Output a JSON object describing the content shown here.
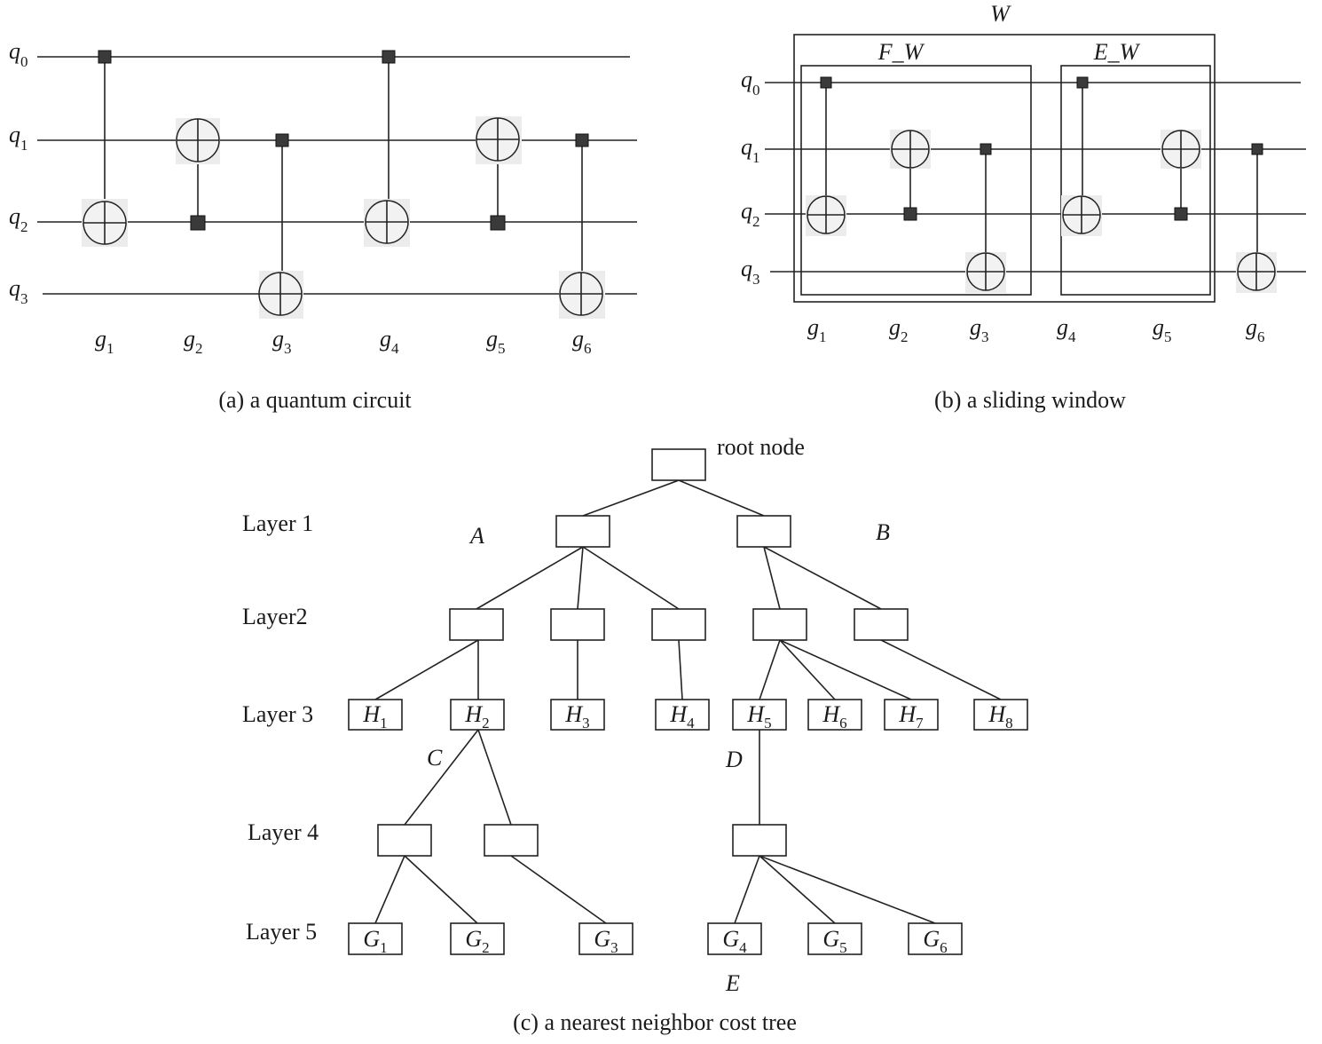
{
  "panel_a": {
    "caption": "(a) a quantum circuit",
    "qubits": [
      {
        "id": "q0",
        "base": "q",
        "sub": "0"
      },
      {
        "id": "q1",
        "base": "q",
        "sub": "1"
      },
      {
        "id": "q2",
        "base": "q",
        "sub": "2"
      },
      {
        "id": "q3",
        "base": "q",
        "sub": "3"
      }
    ],
    "gates": [
      {
        "base": "g",
        "sub": "1",
        "control": "q0",
        "target": "q2"
      },
      {
        "base": "g",
        "sub": "2",
        "control": "q2",
        "target": "q1"
      },
      {
        "base": "g",
        "sub": "3",
        "control": "q1",
        "target": "q3"
      },
      {
        "base": "g",
        "sub": "4",
        "control": "q0",
        "target": "q2"
      },
      {
        "base": "g",
        "sub": "5",
        "control": "q2",
        "target": "q1"
      },
      {
        "base": "g",
        "sub": "6",
        "control": "q1",
        "target": "q3"
      }
    ]
  },
  "panel_b": {
    "caption": "(b) a sliding window",
    "window_label": "W",
    "front_window_label": "F_W",
    "extended_window_label": "E_W"
  },
  "panel_c": {
    "caption": "(c) a nearest neighbor cost tree",
    "root_label": "root node",
    "layer_labels": [
      "Layer 1",
      "Layer2",
      "Layer 3",
      "Layer 4",
      "Layer 5"
    ],
    "branch_labels": [
      "A",
      "B",
      "C",
      "D",
      "E"
    ],
    "layer3_nodes": [
      {
        "base": "H",
        "sub": "1"
      },
      {
        "base": "H",
        "sub": "2"
      },
      {
        "base": "H",
        "sub": "3"
      },
      {
        "base": "H",
        "sub": "4"
      },
      {
        "base": "H",
        "sub": "5"
      },
      {
        "base": "H",
        "sub": "6"
      },
      {
        "base": "H",
        "sub": "7"
      },
      {
        "base": "H",
        "sub": "8"
      }
    ],
    "layer5_nodes": [
      {
        "base": "G",
        "sub": "1"
      },
      {
        "base": "G",
        "sub": "2"
      },
      {
        "base": "G",
        "sub": "3"
      },
      {
        "base": "G",
        "sub": "4"
      },
      {
        "base": "G",
        "sub": "5"
      },
      {
        "base": "G",
        "sub": "6"
      }
    ]
  }
}
